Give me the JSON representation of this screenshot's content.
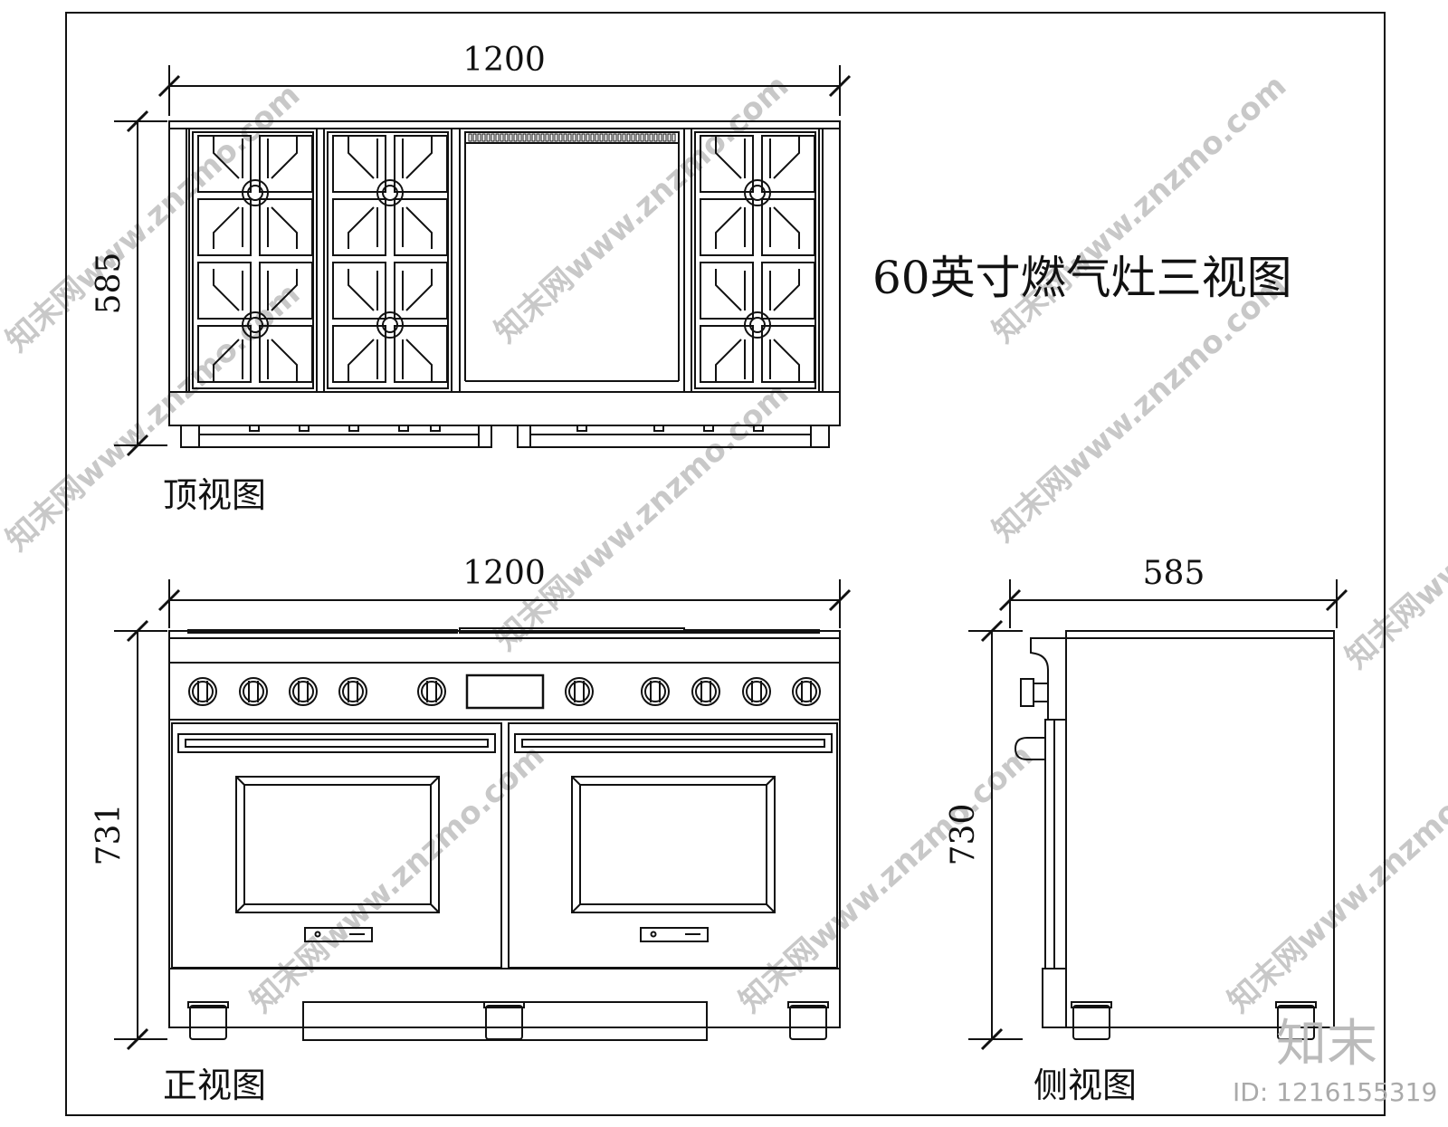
{
  "title": "60英寸燃气灶三视图",
  "views": {
    "top": {
      "label": "顶视图",
      "width": "1200",
      "depth": "585"
    },
    "front": {
      "label": "正视图",
      "width": "1200",
      "height": "731"
    },
    "side": {
      "label": "侧视图",
      "depth": "585",
      "height": "730"
    }
  },
  "watermark": {
    "text": "知末网www.znzmo.com",
    "brand": "知末",
    "id": "ID: 1216155319"
  }
}
